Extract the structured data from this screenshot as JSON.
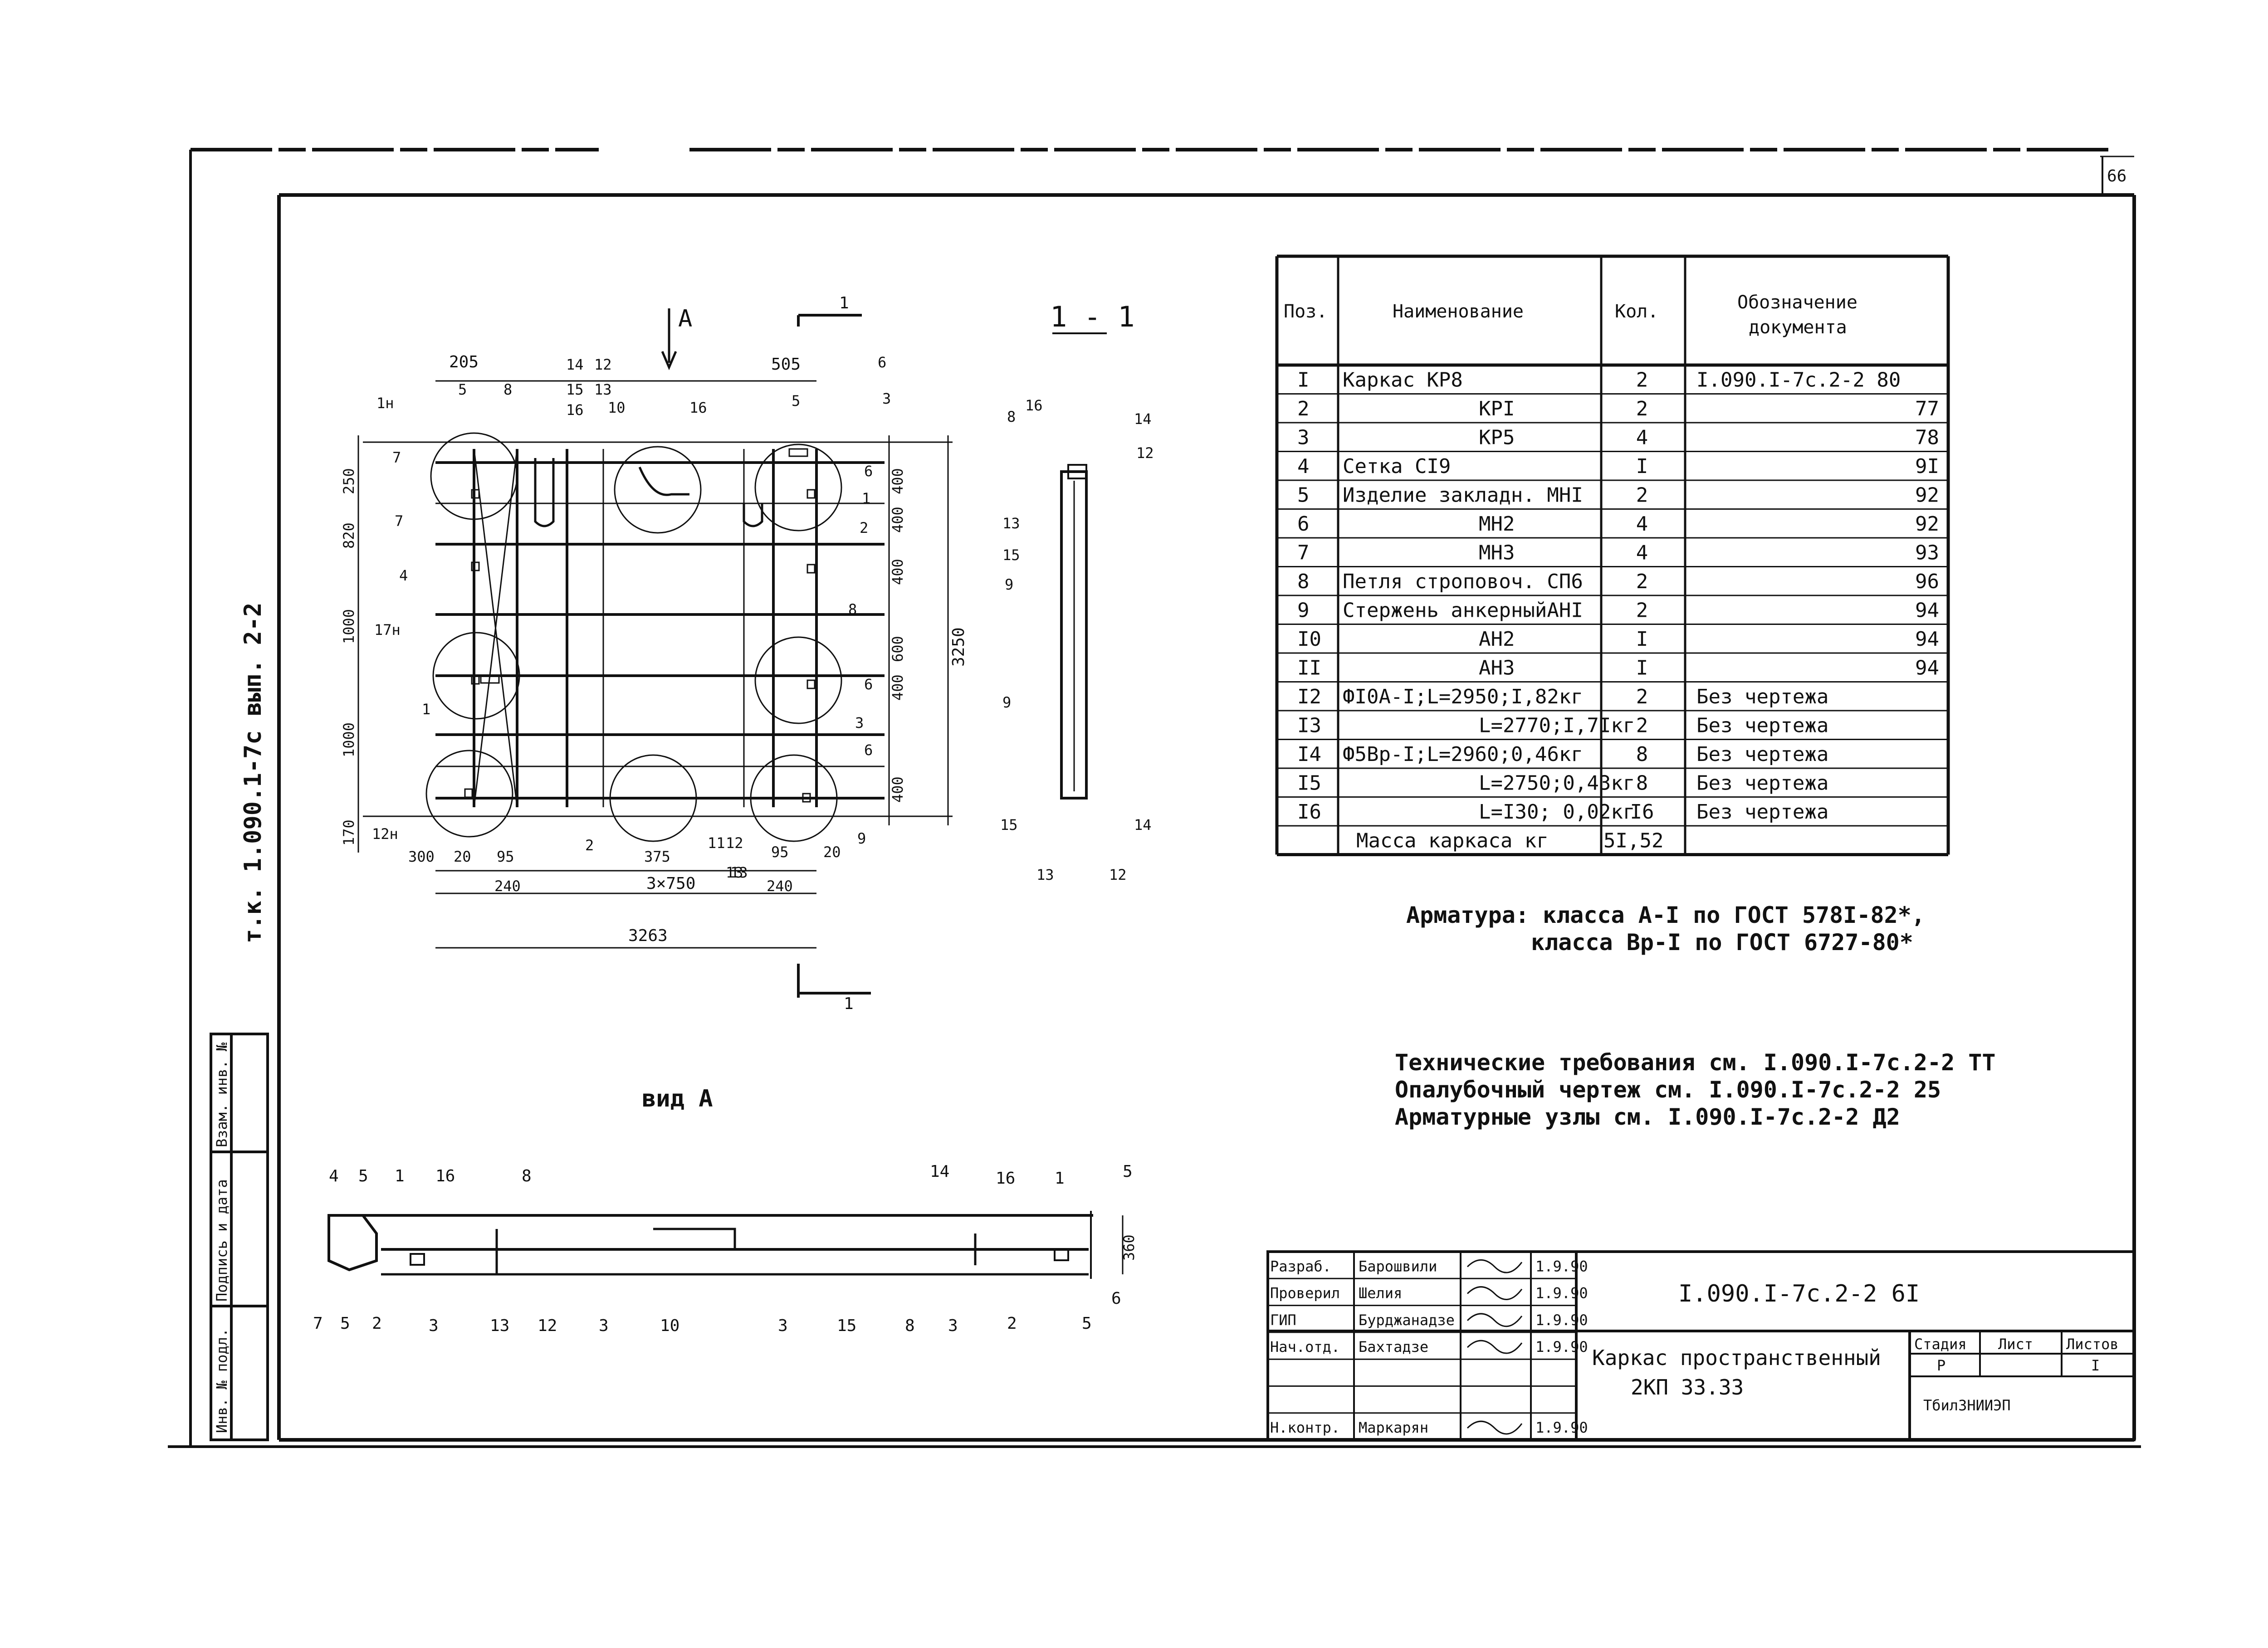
{
  "page_number": "66",
  "side_stamp": "т.к. 1.090.1-7с вып. 2-2",
  "left_stamp_labels": [
    "Инв. № подл.",
    "Подпись и дата",
    "Взам. инв. №"
  ],
  "spec_table": {
    "headers": [
      "Поз.",
      "Наименование",
      "Кол.",
      "Обозначение документа"
    ],
    "header_doc_lines": [
      "Обозначение",
      "документа"
    ],
    "rows": [
      {
        "pos": "I",
        "name": "Каркас КР8",
        "qty": "2",
        "doc": "I.090.I-7c.2-2 80"
      },
      {
        "pos": "2",
        "name": "КРI",
        "qty": "2",
        "doc": "77"
      },
      {
        "pos": "3",
        "name": "КР5",
        "qty": "4",
        "doc": "78"
      },
      {
        "pos": "4",
        "name": "Сетка СI9",
        "qty": "I",
        "doc": "9I"
      },
      {
        "pos": "5",
        "name": "Изделие закладн. МНI",
        "qty": "2",
        "doc": "92"
      },
      {
        "pos": "6",
        "name": "МН2",
        "qty": "4",
        "doc": "92"
      },
      {
        "pos": "7",
        "name": "МН3",
        "qty": "4",
        "doc": "93"
      },
      {
        "pos": "8",
        "name": "Петля строповоч. СП6",
        "qty": "2",
        "doc": "96"
      },
      {
        "pos": "9",
        "name": "Стержень анкерныйАНI",
        "qty": "2",
        "doc": "94"
      },
      {
        "pos": "I0",
        "name": "АН2",
        "qty": "I",
        "doc": "94"
      },
      {
        "pos": "II",
        "name": "АН3",
        "qty": "I",
        "doc": "94"
      },
      {
        "pos": "I2",
        "name": "ФI0А-I;L=2950;I,82кг",
        "qty": "2",
        "doc": "Без чертежа"
      },
      {
        "pos": "I3",
        "name": "L=2770;I,7Iкг",
        "qty": "2",
        "doc": "Без чертежа"
      },
      {
        "pos": "I4",
        "name": "Ф5Вр-I;L=2960;0,46кг",
        "qty": "8",
        "doc": "Без чертежа"
      },
      {
        "pos": "I5",
        "name": "L=2750;0,43кг",
        "qty": "8",
        "doc": "Без чертежа"
      },
      {
        "pos": "I6",
        "name": "L=I30; 0,02кг",
        "qty": "I6",
        "doc": "Без чертежа"
      }
    ],
    "mass_label": "Масса каркаса кг",
    "mass_value": "5I,52"
  },
  "notes": {
    "armature_line1": "Арматура: класса А-I по ГОСТ 578I-82*,",
    "armature_line2": "класса Вр-I по ГОСТ 6727-80*",
    "tech_req": "Технические требования см. I.090.I-7с.2-2 ТТ",
    "formwork": "Опалубочный чертеж см. I.090.I-7с.2-2 25",
    "nodes": "Арматурные узлы см. I.090.I-7с.2-2 Д2"
  },
  "plan_view": {
    "arrow_a": "А",
    "section_mark": "1",
    "dims_top": [
      "205",
      "14",
      "12",
      "505"
    ],
    "dims_top2": [
      "15",
      "13",
      "16"
    ],
    "dims_left": [
      "250",
      "820",
      "1000",
      "1000",
      "170"
    ],
    "dims_right": [
      "400",
      "400",
      "400",
      "600",
      "400",
      "400"
    ],
    "dim_height": "3250",
    "dims_bottom": [
      "300",
      "20",
      "95",
      "375",
      "95",
      "20",
      "240",
      "3×750",
      "240"
    ],
    "dim_total": "3263",
    "callouts": [
      "1н",
      "5",
      "8",
      "10",
      "16",
      "5",
      "6",
      "3",
      "7",
      "7",
      "4",
      "17н",
      "1",
      "12н",
      "6",
      "1",
      "2",
      "8",
      "6",
      "3",
      "6",
      "9",
      "2",
      "11",
      "12",
      "13",
      "13"
    ]
  },
  "section_view": {
    "title": "1 - 1",
    "labels": [
      "16",
      "8",
      "14",
      "12",
      "13",
      "15",
      "9",
      "9",
      "15",
      "13",
      "12",
      "14"
    ]
  },
  "view_a": {
    "title": "вид А",
    "top_labels": [
      "4",
      "5",
      "1",
      "16",
      "8",
      "14",
      "16",
      "1",
      "5"
    ],
    "bottom_labels": [
      "7",
      "5",
      "2",
      "3",
      "13",
      "12",
      "3",
      "10",
      "3",
      "15",
      "8",
      "3",
      "2",
      "5",
      "6"
    ],
    "dim": "360"
  },
  "title_block": {
    "roles": [
      "Разраб.",
      "Проверил",
      "ГИП",
      "Нач.отд.",
      "",
      "",
      "Н.контр."
    ],
    "names": [
      "Барошвили",
      "Шелия",
      "Бурджанадзе",
      "Бахтадзе",
      "",
      "",
      "Маркарян"
    ],
    "dates": [
      "1.9.90",
      "1.9.90",
      "1.9.90",
      "1.9.90",
      "",
      "",
      "1.9.90"
    ],
    "doc_code": "I.090.I-7c.2-2 6I",
    "title_line1": "Каркас пространственный",
    "title_line2": "2КП 33.33",
    "stage_header": "Стадия",
    "sheet_header": "Лист",
    "sheets_header": "Листов",
    "stage": "Р",
    "sheets": "I",
    "org": "ТбилЗНИИЭП"
  }
}
